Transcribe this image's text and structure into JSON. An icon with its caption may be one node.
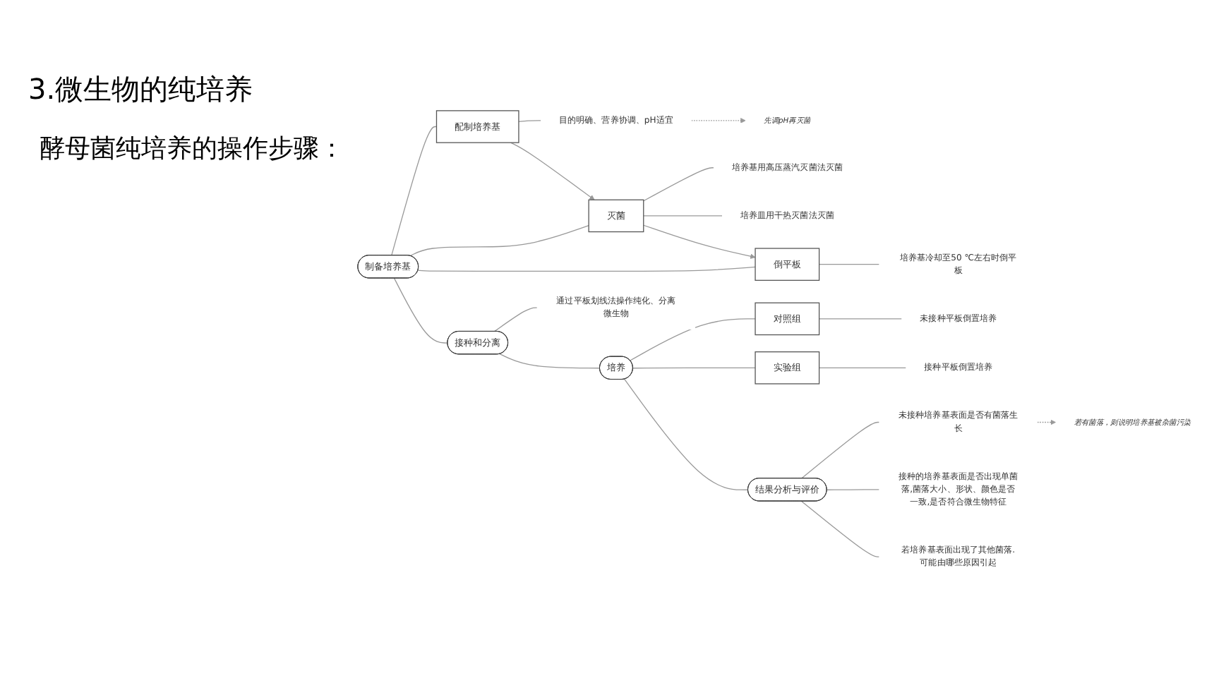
{
  "diagram": {
    "title": "3.微生物的纯培养",
    "nodes": [
      {
        "text": [
          "制备培养基"
        ]
      },
      {
        "text": [
          "配制培养基"
        ]
      },
      {
        "text": [
          "目的明确、营养协调、pH适宜"
        ]
      },
      {
        "text": [
          "灭菌"
        ]
      },
      {
        "text": [
          "培养基用高压蒸汽灭菌法灭菌"
        ]
      },
      {
        "text": [
          "培养皿用干热灭菌法灭菌"
        ]
      },
      {
        "text": [
          "倒平板"
        ]
      },
      {
        "text": [
          "培养基冷却至50 ℃左右时倒平板"
        ]
      },
      {
        "text": [
          "接种和分离"
        ]
      },
      {
        "text": [
          "通过平板划线法操作纯化、分离微生物"
        ]
      },
      {
        "text": [
          "若有菌落，则说明培养基被杂菌污染"
        ]
      },
      {
        "text": [
          "培养"
        ]
      },
      {
        "text": [
          "对照组"
        ]
      },
      {
        "text": [
          "未接种平板倒置培养"
        ]
      },
      {
        "text": [
          "实验组"
        ]
      },
      {
        "text": [
          "接种平板倒置培养"
        ]
      },
      {
        "text": [
          "结果分析与评价"
        ]
      },
      {
        "text": [
          "未接种培养基表面是否有菌落生长"
        ]
      },
      {
        "text": [
          "接种的培养基表面是否出现单菌落,菌落大小、形状、颜色是否一致,是否符合微生物特征"
        ]
      },
      {
        "text": [
          "若培养基表面出现了其他菌落.可能由哪些原因引起"
        ]
      },
      {
        "text": [
          "先调pH再灭菌"
        ]
      }
    ],
    "edges": [
      {
        "from": 0,
        "to": 1,
        "arrow": "none"
      },
      {
        "from": 1,
        "to": 2,
        "arrow": "none"
      },
      {
        "from": 2,
        "to": 20,
        "arrow": "to",
        "style": "dashed"
      },
      {
        "from": 0,
        "to": 3,
        "arrow": "none"
      },
      {
        "from": 1,
        "to": 3,
        "arrow": "to"
      },
      {
        "from": 3,
        "to": 4,
        "arrow": "none"
      },
      {
        "from": 3,
        "to": 5,
        "arrow": "none"
      },
      {
        "from": 0,
        "to": 6,
        "arrow": "none"
      },
      {
        "from": 3,
        "to": 6,
        "arrow": "to"
      },
      {
        "from": 6,
        "to": 7,
        "arrow": "none"
      },
      {
        "from": 0,
        "to": 8,
        "arrow": "none"
      },
      {
        "from": 8,
        "to": 9,
        "arrow": "none"
      },
      {
        "from": 8,
        "to": 11,
        "arrow": "none"
      },
      {
        "from": 11,
        "to": 12,
        "arrow": "none"
      },
      {
        "from": 12,
        "to": 13,
        "arrow": "none"
      },
      {
        "from": 11,
        "to": 14,
        "arrow": "none"
      },
      {
        "from": 14,
        "to": 15,
        "arrow": "none"
      },
      {
        "from": 11,
        "to": 16,
        "arrow": "none"
      },
      {
        "from": 16,
        "to": 17,
        "arrow": "none"
      },
      {
        "from": 17,
        "to": 10,
        "arrow": "to",
        "style": "dashed"
      },
      {
        "from": 16,
        "to": 18,
        "arrow": "none"
      },
      {
        "from": 16,
        "to": 19,
        "arrow": "none"
      }
    ],
    "labels": [
      "酵母菌纯培养的操作步骤："
    ]
  }
}
